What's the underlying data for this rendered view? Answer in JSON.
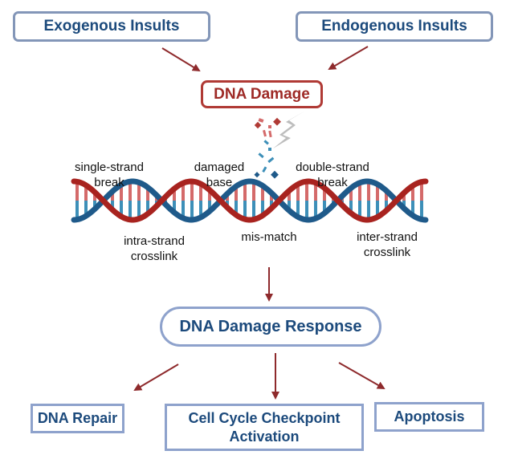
{
  "inputs": {
    "exogenous": "Exogenous Insults",
    "endogenous": "Endogenous Insults"
  },
  "central": {
    "damage": "DNA Damage",
    "response": "DNA Damage Response"
  },
  "damage_types": [
    {
      "line1": "single-strand",
      "line2": "break"
    },
    {
      "line1": "damaged",
      "line2": "base"
    },
    {
      "line1": "double-strand",
      "line2": "break"
    },
    {
      "line1": "intra-strand",
      "line2": "crosslink"
    },
    {
      "line1": "mis-match",
      "line2": ""
    },
    {
      "line1": "inter-strand",
      "line2": "crosslink"
    }
  ],
  "outcomes": {
    "repair": "DNA Repair",
    "checkpoint_line1": "Cell Cycle Checkpoint",
    "checkpoint_line2": "Activation",
    "apoptosis": "Apoptosis"
  },
  "icons": [
    "lightning-bolt-icon",
    "dna-helix-icon",
    "broken-fragments-icon"
  ],
  "colors": {
    "title_blue": "#1c4a7c",
    "box_border": "#8396b8",
    "damage_red": "#b03a35",
    "arrow_red": "#8e2a2c",
    "strand_red": "#a8231f",
    "strand_blue": "#1f5a8a",
    "base_red": "#d46a6a",
    "base_blue": "#3d8fb8",
    "bolt_gray": "#bdbdbd"
  }
}
